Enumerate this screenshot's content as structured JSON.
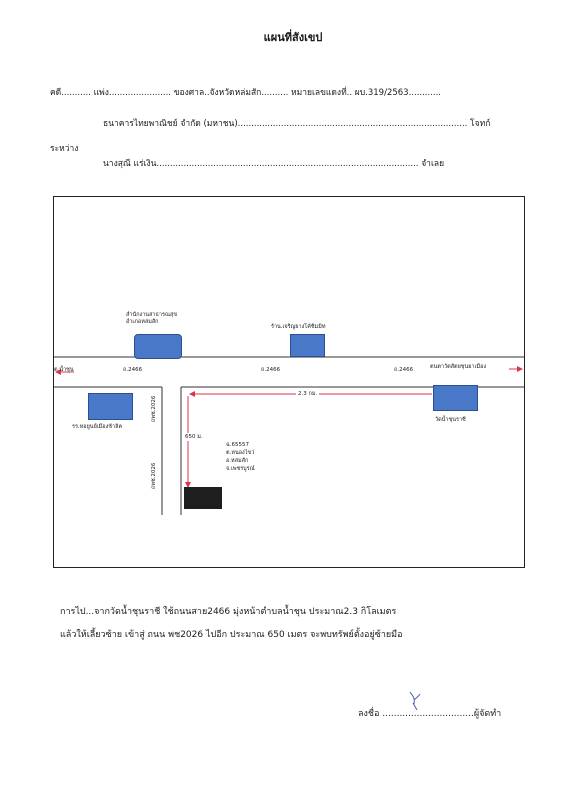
{
  "title": "แผนที่สังเขป",
  "header": {
    "line1": "คดี........... แพ่ง....................... ของศาล..จังหวัดหล่มสัก.......... หมายเลขแดงที่.. ผบ.319/2563............",
    "plaintiff": "ธนาคารไทยพาณิชย์ จำกัด (มหาชน)..................................................................................... โจทก์",
    "between": "ระหว่าง",
    "defendant": "นางสุณี แร่เงิน................................................................................................. จำเลย"
  },
  "map": {
    "label_office": "สำนักงานสาธารณสุข\nอำเภอหล่มสัก",
    "label_shop": "ร้าน.เจริญยางโค้ชิมมิท",
    "label_school": "รร.หอยูนย์เมืองช้าลิค",
    "label_temple": "วัดน้ำชุนราชี",
    "label_left_dir": "ต.น้ำชุน",
    "label_road1": "ถ.2466",
    "label_road2": "ถ.2466",
    "label_road3": "ถ.2466",
    "label_right_dir": "ตนตาวัตสัตยชุนยาเมือง",
    "label_side_road_top": "ถพช.2026",
    "label_side_road_bottom": "ถพช.2026",
    "label_distance_h": "2.3 กม.",
    "label_distance_v": "650 ม.",
    "property_info": [
      "ฉ.65557",
      "ต.หนองไขว่",
      "อ.หล่มสัก",
      "จ.เพชรบูรณ์"
    ]
  },
  "directions": {
    "line1": "การไป...จากวัดน้ำชุนราชี ใช้ถนนสาย2466 มุ่งหน้าตำบลน้ำชุน ประมาณ2.3 กิโลเมตร",
    "line2": "แล้วให้เลี้ยวซ้าย เข้าสู่ ถนน พช2026 ไปอีก ประมาณ 650 เมตร จะพบทรัพย์ตั้งอยู่ซ้ายมือ"
  },
  "signature": {
    "label": "ลงชื่อ ................................ผู้จัดทำ"
  },
  "colors": {
    "building": "#4a78c8",
    "property": "#1e1e1e",
    "arrow": "#d9344a"
  }
}
